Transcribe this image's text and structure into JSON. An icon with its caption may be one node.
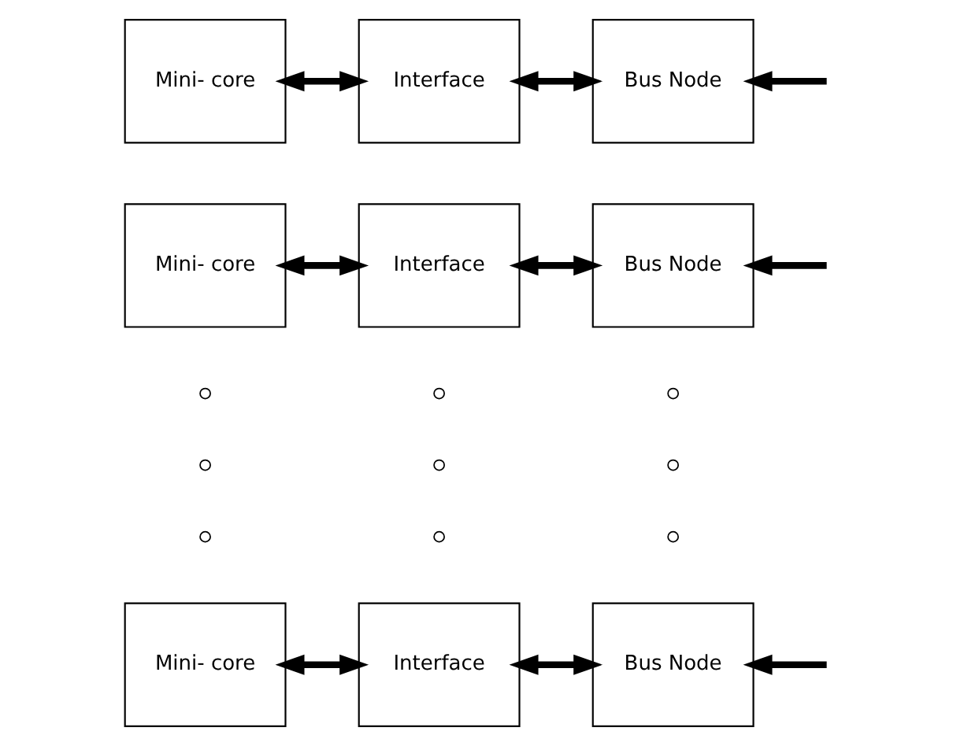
{
  "diagram": {
    "nodes": [
      {
        "text": [
          "Mini- core"
        ]
      },
      {
        "text": [
          "Interface"
        ]
      },
      {
        "text": [
          "Bus Node"
        ]
      },
      {
        "text": [
          "Mini- core"
        ]
      },
      {
        "text": [
          "Interface"
        ]
      },
      {
        "text": [
          "Bus Node"
        ]
      },
      {
        "text": [
          "Mini- core"
        ]
      },
      {
        "text": [
          "Interface"
        ]
      },
      {
        "text": [
          "Bus Node"
        ]
      }
    ],
    "edges": [
      {
        "from": 0,
        "to": 1,
        "arrow": "both"
      },
      {
        "from": 1,
        "to": 2,
        "arrow": "both"
      },
      {
        "from": null,
        "to": 2,
        "arrow": "to"
      },
      {
        "from": 3,
        "to": 4,
        "arrow": "both"
      },
      {
        "from": 4,
        "to": 5,
        "arrow": "both"
      },
      {
        "from": null,
        "to": 5,
        "arrow": "to"
      },
      {
        "from": 6,
        "to": 7,
        "arrow": "both"
      },
      {
        "from": 7,
        "to": 8,
        "arrow": "both"
      },
      {
        "from": null,
        "to": 8,
        "arrow": "to"
      }
    ]
  }
}
